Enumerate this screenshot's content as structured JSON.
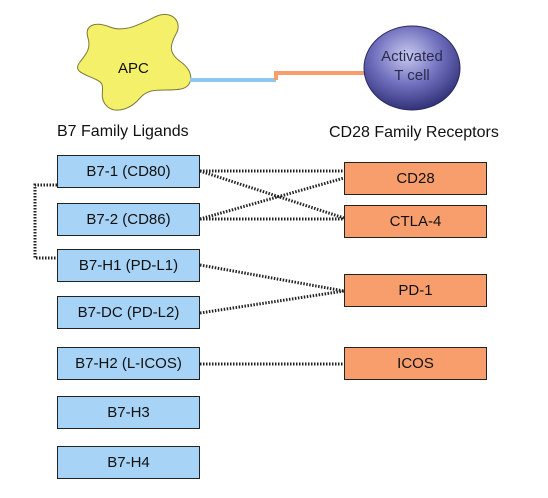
{
  "apc": {
    "label": "APC"
  },
  "tcell": {
    "label_line1": "Activated",
    "label_line2": "T cell"
  },
  "headers": {
    "ligands": "B7 Family Ligands",
    "receptors": "CD28 Family Receptors"
  },
  "ligands": [
    "B7-1 (CD80)",
    "B7-2 (CD86)",
    "B7-H1 (PD-L1)",
    "B7-DC (PD-L2)",
    "B7-H2 (L-ICOS)",
    "B7-H3",
    "B7-H4"
  ],
  "receptors": [
    "CD28",
    "CTLA-4",
    "PD-1",
    "ICOS"
  ],
  "interactions": [
    {
      "ligand": "B7-1 (CD80)",
      "receptor": "CD28"
    },
    {
      "ligand": "B7-1 (CD80)",
      "receptor": "CTLA-4"
    },
    {
      "ligand": "B7-2 (CD86)",
      "receptor": "CD28"
    },
    {
      "ligand": "B7-2 (CD86)",
      "receptor": "CTLA-4"
    },
    {
      "ligand": "B7-H1 (PD-L1)",
      "receptor": "PD-1"
    },
    {
      "ligand": "B7-DC (PD-L2)",
      "receptor": "PD-1"
    },
    {
      "ligand": "B7-H2 (L-ICOS)",
      "receptor": "ICOS"
    },
    {
      "ligand": "B7-1 (CD80)",
      "receptor": "B7-H1 (PD-L1)"
    }
  ],
  "colors": {
    "ligand_fill": "#a7d3f6",
    "receptor_fill": "#f79e6c",
    "apc_fill": "#f4f06a",
    "tcell_fill": "#5a5aa8",
    "apc_stalk": "#8ec8ef",
    "tcell_stalk": "#f79e6c"
  }
}
